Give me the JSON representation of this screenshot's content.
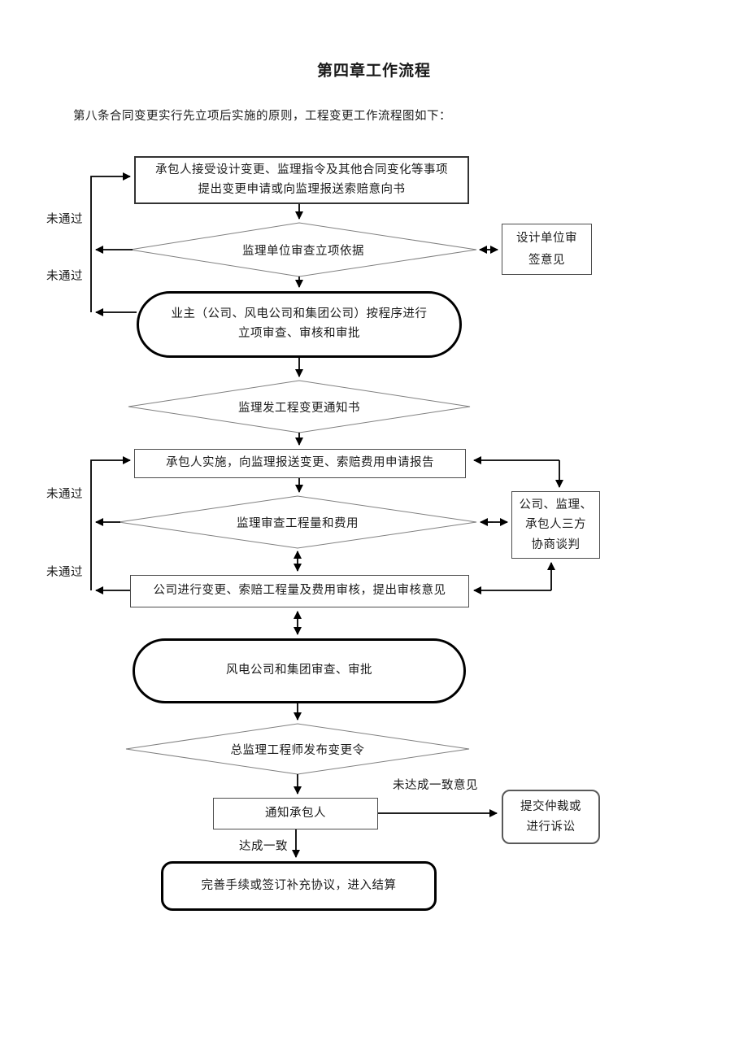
{
  "page": {
    "title": "第四章工作流程",
    "intro": "第八条合同变更实行先立项后实施的原则，工程变更工作流程图如下："
  },
  "flowchart": {
    "nodes": {
      "contractor_accept": {
        "line1": "承包人接受设计变更、监理指令及其他合同变化等事项",
        "line2": "提出变更申请或向监理报送索赔意向书"
      },
      "supervisor_review_basis": {
        "label": "监理单位审查立项依据"
      },
      "design_unit": {
        "line1": "设计单位审",
        "line2": "签意见"
      },
      "owner_approval": {
        "line1": "业主（公司、风电公司和集团公司）按程序进行",
        "line2": "立项审查、审核和审批"
      },
      "supervisor_notice": {
        "label": "监理发工程变更通知书"
      },
      "contractor_implement": {
        "label": "承包人实施，向监理报送变更、索赔费用申请报告"
      },
      "supervisor_review_quantity": {
        "label": "监理审查工程量和费用"
      },
      "negotiation": {
        "line1": "公司、监理、",
        "line2": "承包人三方",
        "line3": "协商谈判"
      },
      "company_review": {
        "label": "公司进行变更、索赔工程量及费用审核，提出审核意见"
      },
      "group_approval": {
        "label": "风电公司和集团审查、审批"
      },
      "chief_engineer_order": {
        "label": "总监理工程师发布变更令"
      },
      "notify_contractor": {
        "label": "通知承包人"
      },
      "arbitration": {
        "line1": "提交仲裁或",
        "line2": "进行诉讼"
      },
      "final_settlement": {
        "label": "完善手续或签订补充协议，进入结算"
      }
    },
    "edge_labels": {
      "not_passed_1": "未通过",
      "not_passed_2": "未通过",
      "not_passed_3": "未通过",
      "not_passed_4": "未通过",
      "no_agreement": "未达成一致意见",
      "agreement": "达成一致"
    },
    "colors": {
      "connector_line": "#000000",
      "diamond_border": "#808080",
      "box_border": "#4d4d4d",
      "thick_border": "#000000",
      "background": "#ffffff",
      "text": "#1a1a1a"
    }
  }
}
